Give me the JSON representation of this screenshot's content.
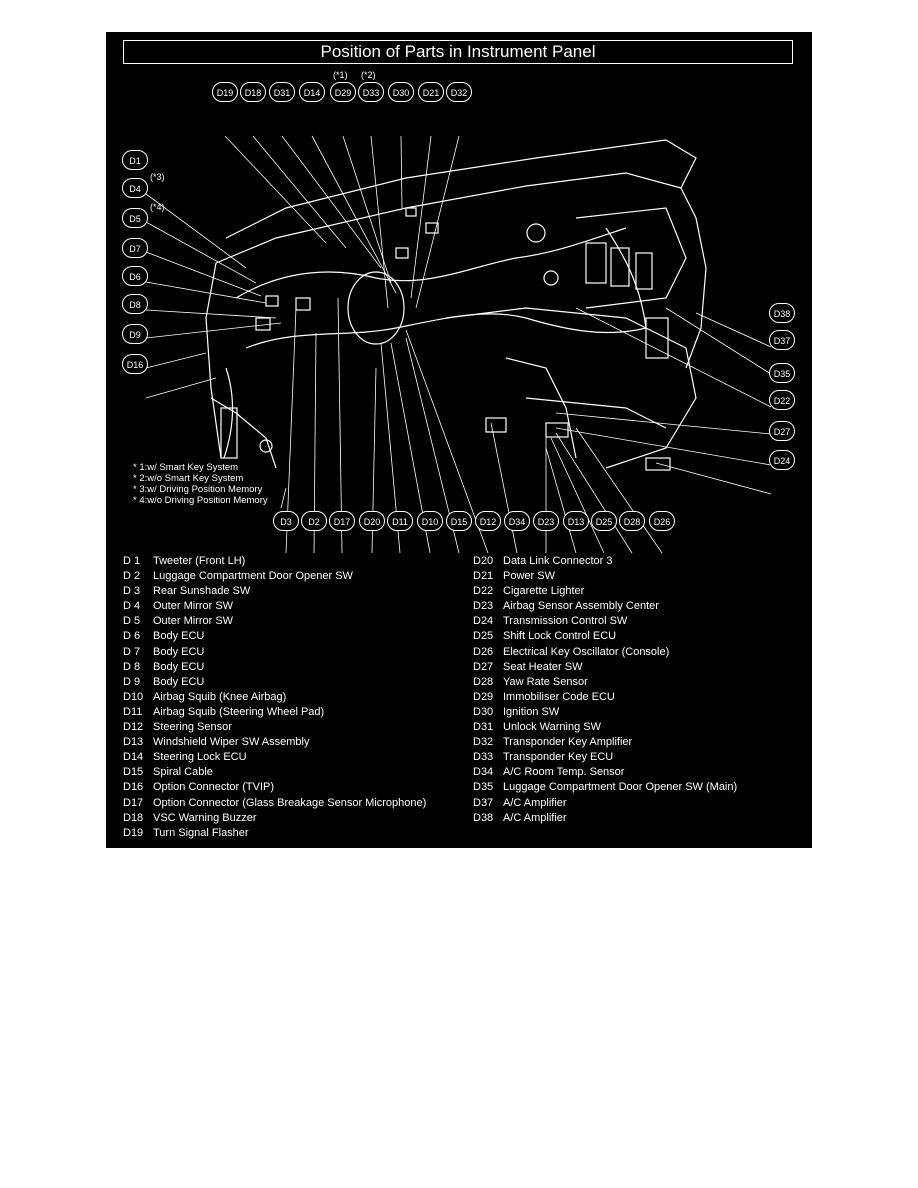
{
  "title": "Position of Parts in Instrument Panel",
  "callouts_top": [
    {
      "id": "D19"
    },
    {
      "id": "D18"
    },
    {
      "id": "D31"
    },
    {
      "id": "D14"
    },
    {
      "id": "D29",
      "pre": "(*1)"
    },
    {
      "id": "D33",
      "pre": "(*2)"
    },
    {
      "id": "D30"
    },
    {
      "id": "D21"
    },
    {
      "id": "D32"
    }
  ],
  "callouts_left": [
    {
      "id": "D1"
    },
    {
      "id": "D4",
      "pre": "(*3)"
    },
    {
      "id": "D5",
      "pre": "(*4)"
    },
    {
      "id": "D7"
    },
    {
      "id": "D6"
    },
    {
      "id": "D8"
    },
    {
      "id": "D9"
    },
    {
      "id": "D16"
    }
  ],
  "callouts_right": [
    {
      "id": "D38"
    },
    {
      "id": "D37"
    },
    {
      "id": "D35"
    },
    {
      "id": "D22"
    },
    {
      "id": "D27"
    },
    {
      "id": "D24"
    }
  ],
  "callouts_bottom": [
    {
      "id": "D3"
    },
    {
      "id": "D2"
    },
    {
      "id": "D17"
    },
    {
      "id": "D20"
    },
    {
      "id": "D11"
    },
    {
      "id": "D10"
    },
    {
      "id": "D15"
    },
    {
      "id": "D12"
    },
    {
      "id": "D34"
    },
    {
      "id": "D23"
    },
    {
      "id": "D13"
    },
    {
      "id": "D25"
    },
    {
      "id": "D28"
    },
    {
      "id": "D26"
    }
  ],
  "footnotes": [
    "* 1:w/ Smart Key System",
    "* 2:w/o Smart Key System",
    "* 3:w/ Driving Position Memory",
    "* 4:w/o Driving Position Memory"
  ],
  "legend_left": [
    {
      "code": "D 1",
      "name": "Tweeter (Front LH)"
    },
    {
      "code": "D 2",
      "name": "Luggage Compartment Door Opener SW"
    },
    {
      "code": "D 3",
      "name": "Rear Sunshade SW"
    },
    {
      "code": "D 4",
      "name": "Outer Mirror SW"
    },
    {
      "code": "D 5",
      "name": "Outer Mirror SW"
    },
    {
      "code": "D 6",
      "name": "Body ECU"
    },
    {
      "code": "D 7",
      "name": "Body ECU"
    },
    {
      "code": "D 8",
      "name": "Body ECU"
    },
    {
      "code": "D 9",
      "name": "Body ECU"
    },
    {
      "code": "D10",
      "name": "Airbag Squib (Knee Airbag)"
    },
    {
      "code": "D11",
      "name": "Airbag Squib (Steering Wheel Pad)"
    },
    {
      "code": "D12",
      "name": "Steering Sensor"
    },
    {
      "code": "D13",
      "name": "Windshield Wiper SW Assembly"
    },
    {
      "code": "D14",
      "name": "Steering Lock ECU"
    },
    {
      "code": "D15",
      "name": "Spiral Cable"
    },
    {
      "code": "D16",
      "name": "Option Connector (TVIP)"
    },
    {
      "code": "D17",
      "name": "Option Connector (Glass Breakage Sensor Microphone)"
    },
    {
      "code": "D18",
      "name": "VSC Warning Buzzer"
    },
    {
      "code": "D19",
      "name": "Turn Signal Flasher"
    }
  ],
  "legend_right": [
    {
      "code": "D20",
      "name": "Data Link Connector 3"
    },
    {
      "code": "D21",
      "name": "Power SW"
    },
    {
      "code": "D22",
      "name": "Cigarette Lighter"
    },
    {
      "code": "D23",
      "name": "Airbag Sensor Assembly Center"
    },
    {
      "code": "D24",
      "name": "Transmission Control SW"
    },
    {
      "code": "D25",
      "name": "Shift Lock Control ECU"
    },
    {
      "code": "D26",
      "name": "Electrical Key Oscillator (Console)"
    },
    {
      "code": "D27",
      "name": "Seat Heater SW"
    },
    {
      "code": "D28",
      "name": "Yaw Rate Sensor"
    },
    {
      "code": "D29",
      "name": "Immobiliser Code ECU"
    },
    {
      "code": "D30",
      "name": "Ignition SW"
    },
    {
      "code": "D31",
      "name": "Unlock Warning SW"
    },
    {
      "code": "D32",
      "name": "Transponder Key Amplifier"
    },
    {
      "code": "D33",
      "name": "Transponder Key ECU"
    },
    {
      "code": "D34",
      "name": "A/C Room Temp. Sensor"
    },
    {
      "code": "D35",
      "name": "Luggage Compartment Door Opener SW (Main)"
    },
    {
      "code": "D37",
      "name": "A/C Amplifier"
    },
    {
      "code": "D38",
      "name": "A/C Amplifier"
    }
  ]
}
